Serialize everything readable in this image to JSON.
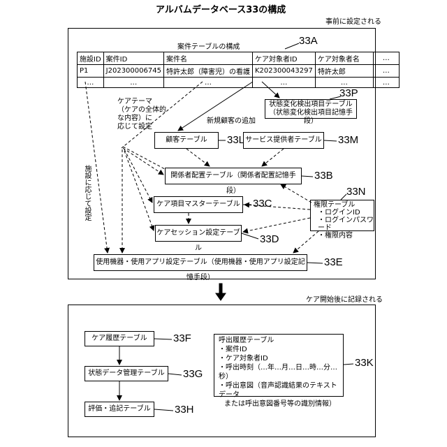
{
  "title": "アルバムデータベース33の構成",
  "top_section": {
    "note": "事前に設定される",
    "table_title": "案件テーブルの構成",
    "table_ref": "33A",
    "table_headers": [
      "施設ID",
      "案件ID",
      "案件名",
      "ケア対象者ID",
      "ケア対象者名",
      "…"
    ],
    "table_row": [
      "P1",
      "J202300006745",
      "特許太郎（障害児）の看護",
      "K202300043297",
      "特許太郎",
      "…"
    ],
    "table_dots": [
      "…",
      "…",
      "…",
      "…",
      "…",
      "…"
    ]
  },
  "care_theme_note": [
    "ケアテーマ",
    "（ケアの全体的",
    "な内容）に",
    "応じて設定"
  ],
  "facility_note": "施設に応じて設定",
  "new_customer_note": "新規顧客の追加",
  "boxes": {
    "state_change": {
      "line1": "状態変化検出項目テーブル",
      "line2": "（状態変化検出項目記憶手段）",
      "ref": "33P"
    },
    "customer": {
      "label": "顧客テーブル",
      "ref": "33L"
    },
    "provider": {
      "label": "サービス提供者テーブル",
      "ref": "33M"
    },
    "stakeholder": {
      "label": "関係者配置テーブル（関係者配置記憶手段）",
      "ref": "33B"
    },
    "care_item": {
      "label": "ケア項目マスターテーブル",
      "ref": "33C"
    },
    "session": {
      "label": "ケアセッション設定テーブル",
      "ref": "33D"
    },
    "permission": {
      "title": "権限テーブル",
      "items": [
        "・ログインID",
        "・ログインパスワード",
        "・権限内容"
      ],
      "ref": "33N"
    },
    "device": {
      "label": "使用機器・使用アプリ設定テーブル（使用機器・使用アプリ設定記憶手段）",
      "ref": "33E"
    }
  },
  "bottom_section": {
    "note": "ケア開始後に記録される",
    "history": {
      "label": "ケア履歴テーブル",
      "ref": "33F"
    },
    "state_data": {
      "label": "状態データ管理テーブル",
      "ref": "33G"
    },
    "evaluation": {
      "label": "評価・追記テーブル",
      "ref": "33H"
    },
    "call_history": {
      "title": "呼出履歴テーブル",
      "items": [
        "・案件ID",
        "・ケア対象者ID",
        "・呼出時刻（…年…月…日…時…分…秒）",
        "・呼出意図（音声認識結果のテキストデータ",
        "または呼出意図番号等の識別情報）"
      ],
      "ref": "33K"
    }
  }
}
